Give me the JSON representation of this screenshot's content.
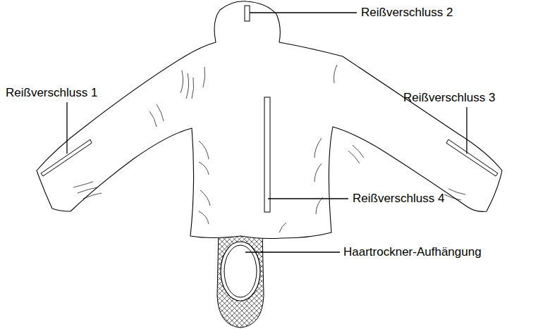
{
  "diagram": {
    "labels": [
      "Reißverschluss 2",
      "Reißverschluss 1",
      "Reißverschluss 3",
      "Reißverschluss 4",
      "Haartrockner-Aufhängung"
    ]
  }
}
